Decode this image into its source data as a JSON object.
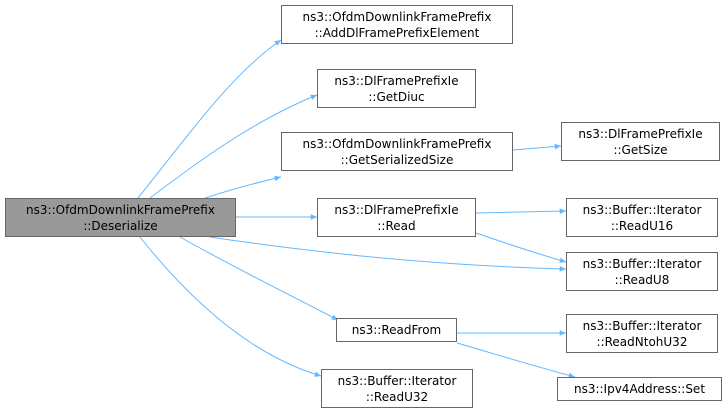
{
  "colors": {
    "edge": "#63b8ff",
    "root_fill": "#999999",
    "node_fill": "#ffffff",
    "node_border": "#666666"
  },
  "nodes": [
    {
      "id": "root",
      "line1": "ns3::OfdmDownlinkFramePrefix",
      "line2": "::Deserialize",
      "root": true
    },
    {
      "id": "add",
      "line1": "ns3::OfdmDownlinkFramePrefix",
      "line2": "::AddDlFramePrefixElement"
    },
    {
      "id": "getdiuc",
      "line1": "ns3::DlFramePrefixIe",
      "line2": "::GetDiuc"
    },
    {
      "id": "getser",
      "line1": "ns3::OfdmDownlinkFramePrefix",
      "line2": "::GetSerializedSize"
    },
    {
      "id": "getsize",
      "line1": "ns3::DlFramePrefixIe",
      "line2": "::GetSize"
    },
    {
      "id": "read",
      "line1": "ns3::DlFramePrefixIe",
      "line2": "::Read"
    },
    {
      "id": "readu16",
      "line1": "ns3::Buffer::Iterator",
      "line2": "::ReadU16"
    },
    {
      "id": "readu8",
      "line1": "ns3::Buffer::Iterator",
      "line2": "::ReadU8"
    },
    {
      "id": "readfrom",
      "line1": "ns3::ReadFrom",
      "line2": ""
    },
    {
      "id": "readntoh",
      "line1": "ns3::Buffer::Iterator",
      "line2": "::ReadNtohU32"
    },
    {
      "id": "ipv4set",
      "line1": "ns3::Ipv4Address::Set",
      "line2": ""
    },
    {
      "id": "readu32",
      "line1": "ns3::Buffer::Iterator",
      "line2": "::ReadU32"
    }
  ],
  "edges": [
    [
      "root",
      "add"
    ],
    [
      "root",
      "getdiuc"
    ],
    [
      "root",
      "getser"
    ],
    [
      "root",
      "read"
    ],
    [
      "root",
      "readu8"
    ],
    [
      "root",
      "readfrom"
    ],
    [
      "root",
      "readu32"
    ],
    [
      "getser",
      "getsize"
    ],
    [
      "read",
      "readu16"
    ],
    [
      "read",
      "readu8"
    ],
    [
      "readfrom",
      "readntoh"
    ],
    [
      "readfrom",
      "ipv4set"
    ]
  ]
}
